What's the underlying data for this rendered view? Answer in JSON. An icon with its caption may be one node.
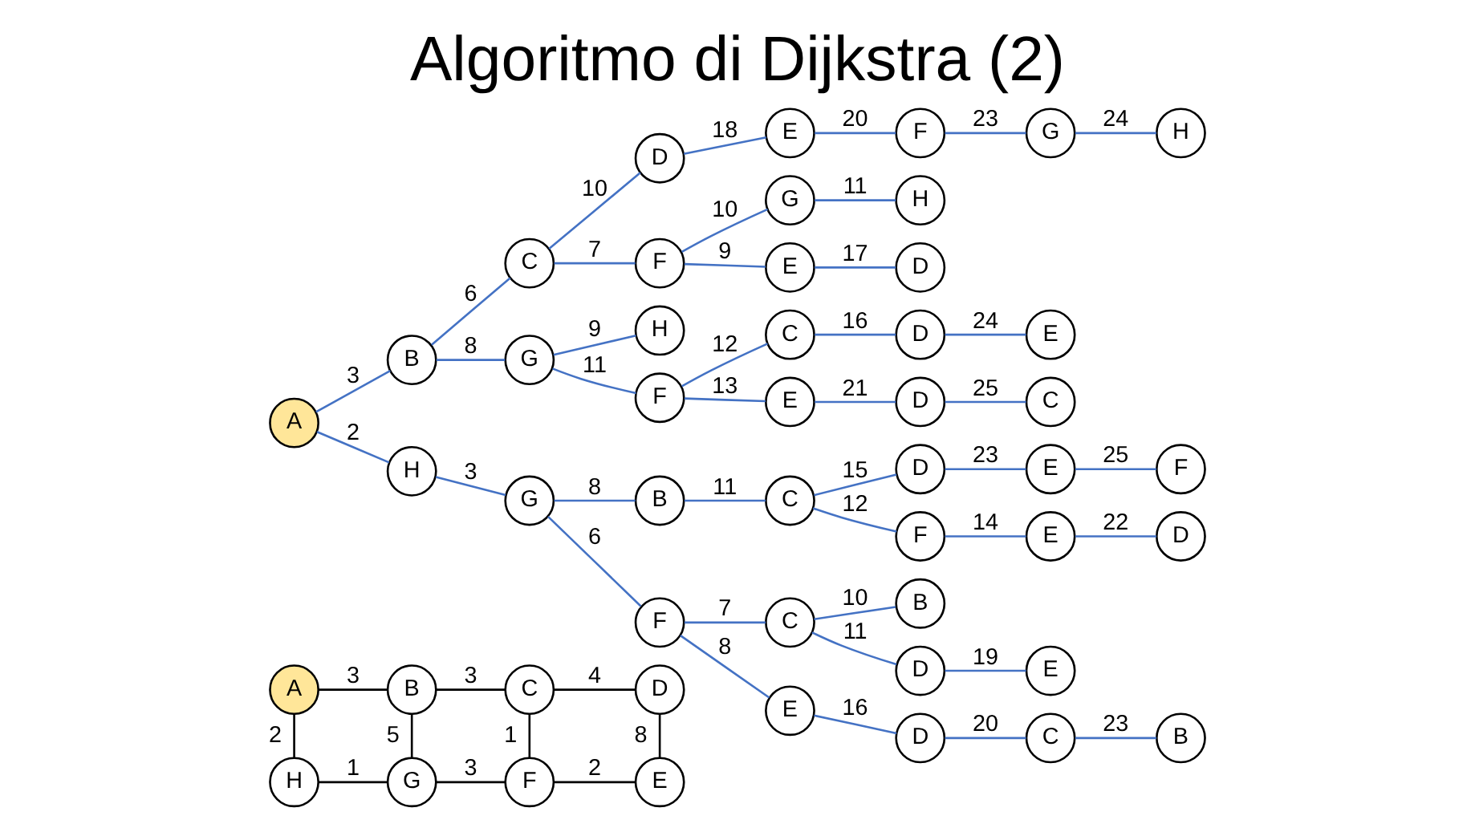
{
  "diagram": {
    "title": "Algoritmo di Dijkstra (2)",
    "nodes": [
      {
        "text": [
          "A"
        ]
      },
      {
        "text": [
          "B"
        ]
      },
      {
        "text": [
          "C"
        ]
      },
      {
        "text": [
          "D"
        ]
      },
      {
        "text": [
          "H"
        ]
      },
      {
        "text": [
          "G"
        ]
      },
      {
        "text": [
          "F"
        ]
      },
      {
        "text": [
          "E"
        ]
      },
      {
        "text": [
          "A"
        ]
      },
      {
        "text": [
          "B"
        ]
      },
      {
        "text": [
          "C"
        ]
      },
      {
        "text": [
          "D"
        ]
      },
      {
        "text": [
          "E"
        ]
      },
      {
        "text": [
          "F"
        ]
      },
      {
        "text": [
          "G"
        ]
      },
      {
        "text": [
          "H"
        ]
      },
      {
        "text": [
          "F"
        ]
      },
      {
        "text": [
          "G"
        ]
      },
      {
        "text": [
          "H"
        ]
      },
      {
        "text": [
          "E"
        ]
      },
      {
        "text": [
          "D"
        ]
      },
      {
        "text": [
          "G"
        ]
      },
      {
        "text": [
          "H"
        ]
      },
      {
        "text": [
          "F"
        ]
      },
      {
        "text": [
          "C"
        ]
      },
      {
        "text": [
          "D"
        ]
      },
      {
        "text": [
          "E"
        ]
      },
      {
        "text": [
          "E"
        ]
      },
      {
        "text": [
          "D"
        ]
      },
      {
        "text": [
          "C"
        ]
      },
      {
        "text": [
          "H"
        ]
      },
      {
        "text": [
          "G"
        ]
      },
      {
        "text": [
          "B"
        ]
      },
      {
        "text": [
          "C"
        ]
      },
      {
        "text": [
          "D"
        ]
      },
      {
        "text": [
          "E"
        ]
      },
      {
        "text": [
          "F"
        ]
      },
      {
        "text": [
          "F"
        ]
      },
      {
        "text": [
          "E"
        ]
      },
      {
        "text": [
          "D"
        ]
      },
      {
        "text": [
          "F"
        ]
      },
      {
        "text": [
          "C"
        ]
      },
      {
        "text": [
          "B"
        ]
      },
      {
        "text": [
          "D"
        ]
      },
      {
        "text": [
          "E"
        ]
      },
      {
        "text": [
          "E"
        ]
      },
      {
        "text": [
          "D"
        ]
      },
      {
        "text": [
          "C"
        ]
      },
      {
        "text": [
          "B"
        ]
      }
    ],
    "edges": [
      {
        "from": 0,
        "to": 1,
        "arrow": "none",
        "label": "3",
        "color": "#000000"
      },
      {
        "from": 1,
        "to": 2,
        "arrow": "none",
        "label": "3",
        "color": "#000000"
      },
      {
        "from": 2,
        "to": 3,
        "arrow": "none",
        "label": "4",
        "color": "#000000"
      },
      {
        "from": 0,
        "to": 4,
        "arrow": "none",
        "label": "2",
        "color": "#000000"
      },
      {
        "from": 1,
        "to": 5,
        "arrow": "none",
        "label": "5",
        "color": "#000000"
      },
      {
        "from": 2,
        "to": 6,
        "arrow": "none",
        "label": "1",
        "color": "#000000"
      },
      {
        "from": 3,
        "to": 7,
        "arrow": "none",
        "label": "8",
        "color": "#000000"
      },
      {
        "from": 4,
        "to": 5,
        "arrow": "none",
        "label": "1",
        "color": "#000000"
      },
      {
        "from": 5,
        "to": 6,
        "arrow": "none",
        "label": "3",
        "color": "#000000"
      },
      {
        "from": 6,
        "to": 7,
        "arrow": "none",
        "label": "2",
        "color": "#000000"
      },
      {
        "from": 8,
        "to": 9,
        "arrow": "none",
        "label": "3"
      },
      {
        "from": 9,
        "to": 10,
        "arrow": "none",
        "label": "6"
      },
      {
        "from": 10,
        "to": 11,
        "arrow": "none",
        "label": "10"
      },
      {
        "from": 11,
        "to": 12,
        "arrow": "none",
        "label": "18"
      },
      {
        "from": 12,
        "to": 13,
        "arrow": "none",
        "label": "20"
      },
      {
        "from": 13,
        "to": 14,
        "arrow": "none",
        "label": "23"
      },
      {
        "from": 14,
        "to": 15,
        "arrow": "none",
        "label": "24"
      },
      {
        "from": 10,
        "to": 16,
        "arrow": "none",
        "label": "7"
      },
      {
        "from": 16,
        "to": 17,
        "arrow": "none",
        "label": "10"
      },
      {
        "from": 17,
        "to": 18,
        "arrow": "none",
        "label": "11"
      },
      {
        "from": 16,
        "to": 19,
        "arrow": "none",
        "label": "9"
      },
      {
        "from": 19,
        "to": 20,
        "arrow": "none",
        "label": "17"
      },
      {
        "from": 9,
        "to": 21,
        "arrow": "none",
        "label": "8"
      },
      {
        "from": 21,
        "to": 22,
        "arrow": "none",
        "label": "9"
      },
      {
        "from": 21,
        "to": 23,
        "arrow": "none",
        "label": "11"
      },
      {
        "from": 23,
        "to": 24,
        "arrow": "none",
        "label": "12"
      },
      {
        "from": 24,
        "to": 25,
        "arrow": "none",
        "label": "16"
      },
      {
        "from": 25,
        "to": 26,
        "arrow": "none",
        "label": "24"
      },
      {
        "from": 23,
        "to": 27,
        "arrow": "none",
        "label": "13"
      },
      {
        "from": 27,
        "to": 28,
        "arrow": "none",
        "label": "21"
      },
      {
        "from": 28,
        "to": 29,
        "arrow": "none",
        "label": "25"
      },
      {
        "from": 8,
        "to": 30,
        "arrow": "none",
        "label": "2"
      },
      {
        "from": 30,
        "to": 31,
        "arrow": "none",
        "label": "3"
      },
      {
        "from": 31,
        "to": 32,
        "arrow": "none",
        "label": "8"
      },
      {
        "from": 32,
        "to": 33,
        "arrow": "none",
        "label": "11"
      },
      {
        "from": 33,
        "to": 34,
        "arrow": "none",
        "label": "15"
      },
      {
        "from": 34,
        "to": 35,
        "arrow": "none",
        "label": "23"
      },
      {
        "from": 35,
        "to": 36,
        "arrow": "none",
        "label": "25"
      },
      {
        "from": 33,
        "to": 37,
        "arrow": "none",
        "label": "12"
      },
      {
        "from": 37,
        "to": 38,
        "arrow": "none",
        "label": "14"
      },
      {
        "from": 38,
        "to": 39,
        "arrow": "none",
        "label": "22"
      },
      {
        "from": 31,
        "to": 40,
        "arrow": "none",
        "label": "6"
      },
      {
        "from": 40,
        "to": 41,
        "arrow": "none",
        "label": "7"
      },
      {
        "from": 41,
        "to": 42,
        "arrow": "none",
        "label": "10"
      },
      {
        "from": 41,
        "to": 43,
        "arrow": "none",
        "label": "11"
      },
      {
        "from": 43,
        "to": 44,
        "arrow": "none",
        "label": "19"
      },
      {
        "from": 40,
        "to": 45,
        "arrow": "none",
        "label": "8"
      },
      {
        "from": 45,
        "to": 46,
        "arrow": "none",
        "label": "16"
      },
      {
        "from": 46,
        "to": 47,
        "arrow": "none",
        "label": "20"
      },
      {
        "from": 47,
        "to": 48,
        "arrow": "none",
        "label": "23"
      }
    ]
  }
}
